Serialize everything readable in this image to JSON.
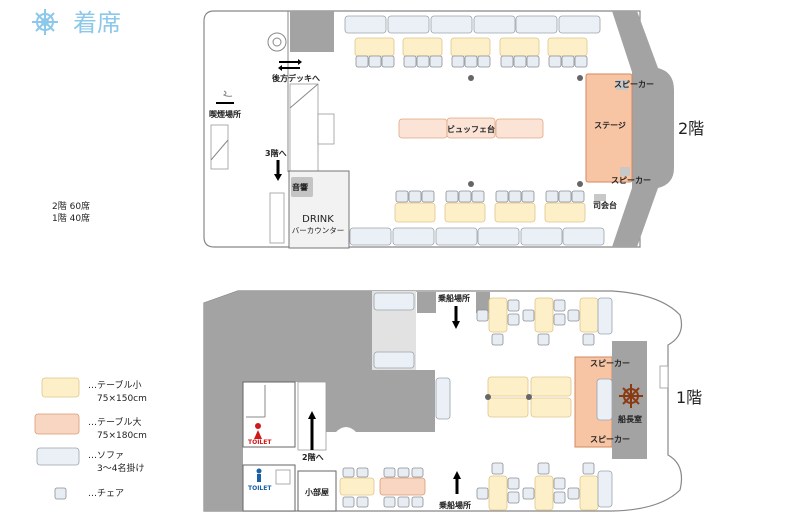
{
  "header": {
    "title": "着席"
  },
  "capacity": {
    "floor2": "2階 60席",
    "floor1": "1階 40席"
  },
  "legend": [
    {
      "label": "…テーブル小",
      "size": "75×150cm"
    },
    {
      "label": "…テーブル大",
      "size": "75×180cm"
    },
    {
      "label": "…ソファ",
      "size": "3〜4名掛け"
    },
    {
      "label": "…チェア"
    }
  ],
  "floor2": {
    "name": "2階",
    "rear_deck": "後方デッキへ",
    "smoking": "喫煙場所",
    "to_3f": "3階へ",
    "audio": "音響",
    "drink": "DRINK",
    "bar": "バーカウンター",
    "buffet": "ビュッフェ台",
    "stage": "ステージ",
    "speaker": "スピーカー",
    "mc": "司会台"
  },
  "floor1": {
    "name": "1階",
    "boarding": "乗船場所",
    "to_2f": "2階へ",
    "small_room": "小部屋",
    "toilet": "TOILET",
    "speaker": "スピーカー",
    "captain": "船長室"
  },
  "colors": {
    "title": "#8cc8ea",
    "table_small": "#fdf0c8",
    "table_large": "#f9d6c2",
    "stage": "#f7c4a4",
    "sofa": "#eaf0f6",
    "wall_gray": "#a3a3a3",
    "toilet_women": "#d0191b",
    "toilet_men": "#1a5fa8",
    "wheel": "#8a3a12"
  }
}
